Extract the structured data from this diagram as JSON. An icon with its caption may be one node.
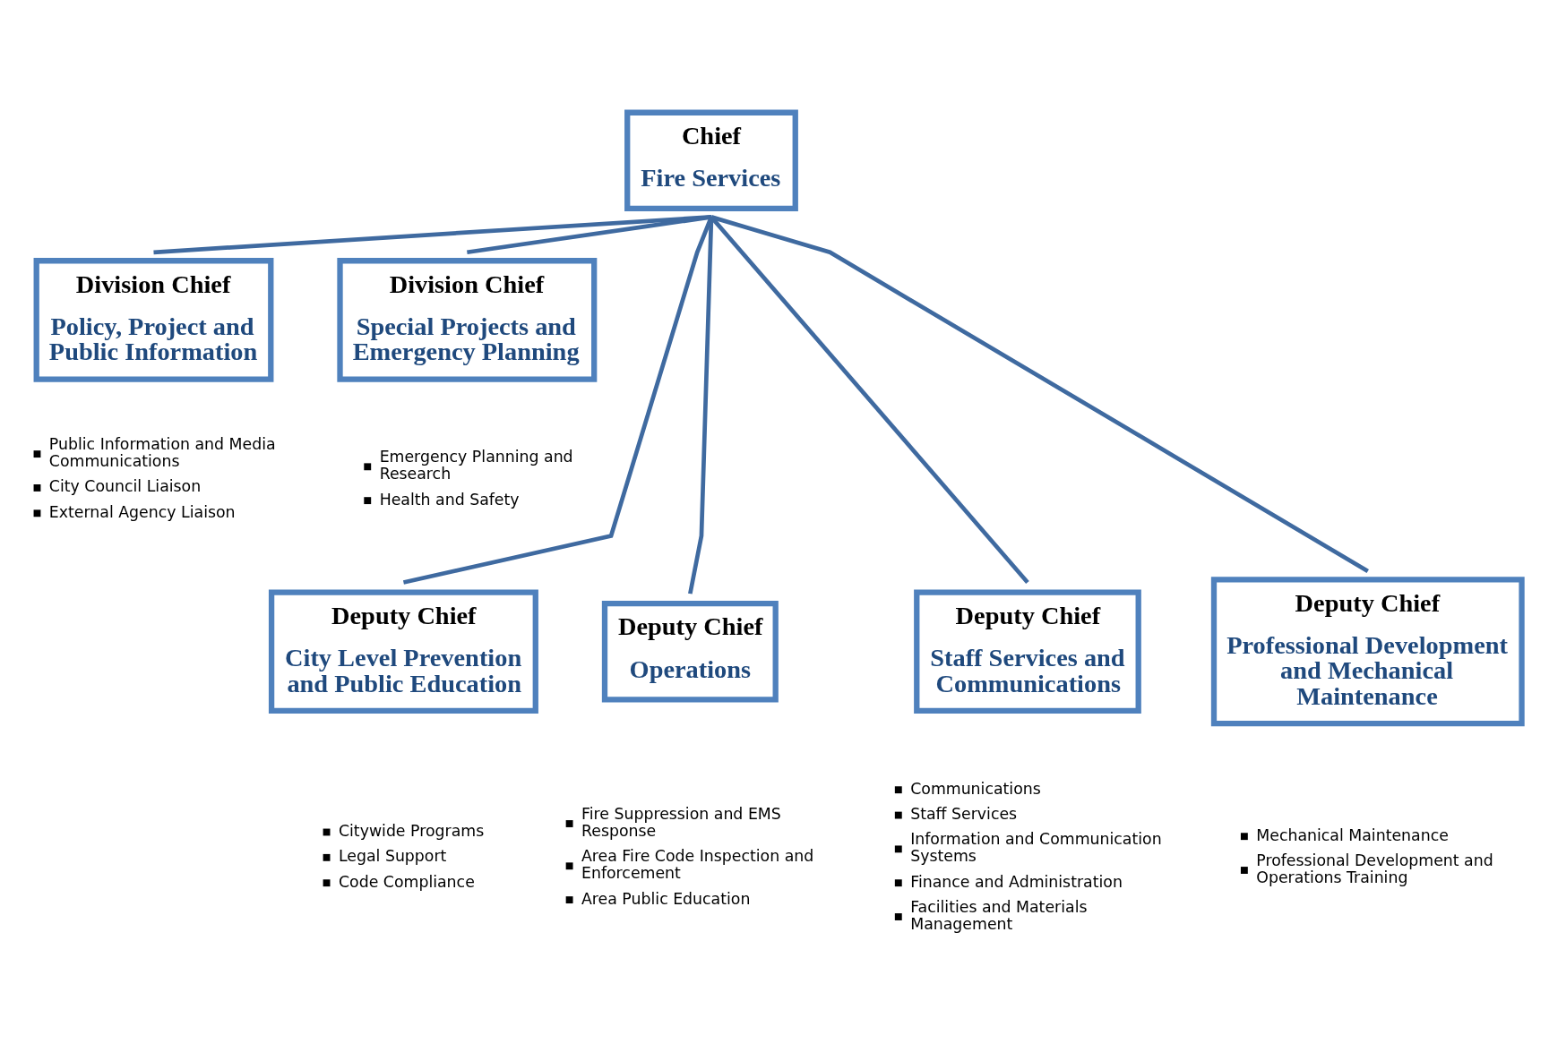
{
  "diagram": {
    "nodes": [
      {
        "text": [
          "Chief",
          "Fire Services"
        ]
      },
      {
        "text": [
          "Division Chief",
          "Policy, Project and Public Information"
        ],
        "beside": [
          "Public Information and Media Communications",
          "City Council Liaison",
          "External Agency Liaison"
        ]
      },
      {
        "text": [
          "Division Chief",
          "Special Projects and Emergency Planning"
        ],
        "beside": [
          "Emergency Planning and Research",
          "Health and Safety"
        ]
      },
      {
        "text": [
          "Deputy Chief",
          "City Level Prevention and Public Education"
        ],
        "beside": [
          "Citywide Programs",
          "Legal Support",
          "Code Compliance"
        ]
      },
      {
        "text": [
          "Deputy Chief",
          "Operations"
        ],
        "beside": [
          "Fire Suppression and EMS Response",
          "Area Fire Code Inspection and Enforcement",
          "Area Public Education"
        ]
      },
      {
        "text": [
          "Deputy Chief",
          "Staff Services and Communications"
        ],
        "beside": [
          "Communications",
          "Staff Services",
          "Information and Communication Systems",
          "Finance and Administration",
          "Facilities and Materials Management"
        ]
      },
      {
        "text": [
          "Deputy Chief",
          "Professional Development and Mechanical Maintenance"
        ],
        "beside": [
          "Mechanical Maintenance",
          "Professional Development and Operations Training"
        ]
      }
    ],
    "edges": [
      {
        "from": 0,
        "to": 1,
        "arrow": "none"
      },
      {
        "from": 0,
        "to": 2,
        "arrow": "none"
      },
      {
        "from": 0,
        "to": 3,
        "arrow": "none"
      },
      {
        "from": 0,
        "to": 4,
        "arrow": "none"
      },
      {
        "from": 0,
        "to": 5,
        "arrow": "none"
      },
      {
        "from": 0,
        "to": 6,
        "arrow": "none"
      }
    ]
  }
}
